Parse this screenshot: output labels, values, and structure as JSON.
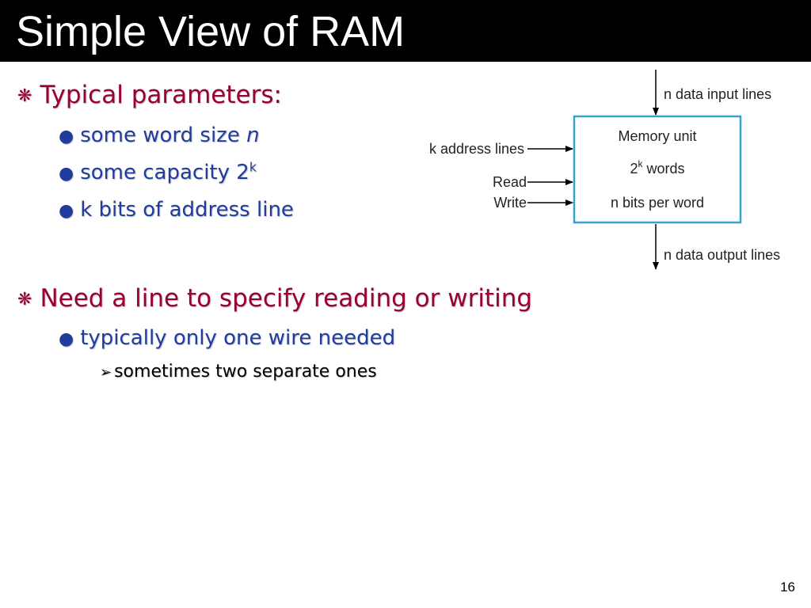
{
  "slide": {
    "title": "Simple View of RAM",
    "page_number": "16"
  },
  "content": {
    "b1": {
      "bullet": "❋",
      "text": "Typical parameters:",
      "items": [
        {
          "bullet": "●",
          "text": "some word size ",
          "var": "n"
        },
        {
          "bullet": "●",
          "text": "some capacity 2",
          "sup": "k"
        },
        {
          "bullet": "●",
          "text": "k bits of address line"
        }
      ]
    },
    "b2": {
      "bullet": "❋",
      "text": "Need a line to specify reading or writing",
      "items": [
        {
          "bullet": "●",
          "text": "typically only one wire needed"
        }
      ],
      "sub": {
        "bullet": "➢",
        "text": "sometimes two separate ones"
      }
    }
  },
  "diagram": {
    "input_label": "n data input lines",
    "output_label": "n data output lines",
    "address_label": "k address lines",
    "read_label": "Read",
    "write_label": "Write",
    "box_title": "Memory unit",
    "box_words_base": "2",
    "box_words_sup": "k",
    "box_words_suffix": " words",
    "box_bits": "n bits per word",
    "box_color": "#35a3cf"
  }
}
